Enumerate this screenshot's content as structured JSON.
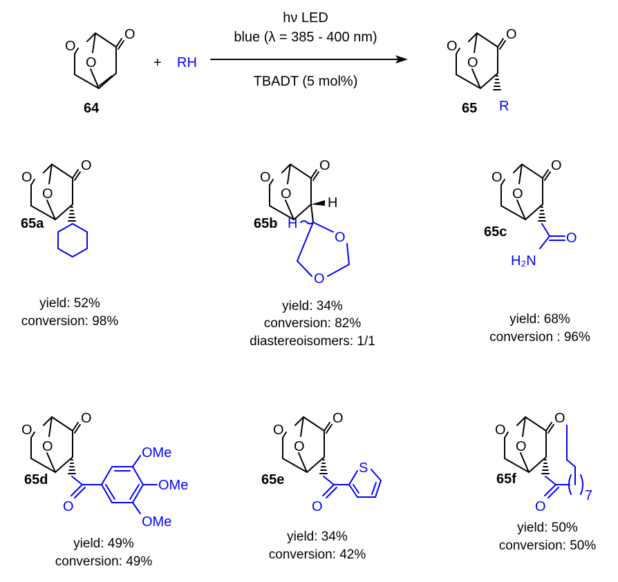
{
  "reaction": {
    "light_line1": "hν LED",
    "light_line2": "blue (λ = 385 - 400 nm)",
    "catalyst": "TBADT (5 mol%)",
    "plus": "+",
    "reagent": "RH"
  },
  "atoms": {
    "O": "O",
    "R": "R",
    "H": "H",
    "S": "S",
    "NH2": "H₂N",
    "OMe": "OMe",
    "n7": "7"
  },
  "compounds": {
    "c64": {
      "label": "64"
    },
    "c65": {
      "label": "65"
    },
    "c65a": {
      "label": "65a",
      "yield": "yield: 52%",
      "conversion": "conversion: 98%"
    },
    "c65b": {
      "label": "65b",
      "yield": "yield: 34%",
      "conversion": "conversion: 82%",
      "extra": "diastereoisomers: 1/1"
    },
    "c65c": {
      "label": "65c",
      "yield": "yield: 68%",
      "conversion": "conversion : 96%"
    },
    "c65d": {
      "label": "65d",
      "yield": "yield: 49%",
      "conversion": "conversion: 49%"
    },
    "c65e": {
      "label": "65e",
      "yield": "yield: 34%",
      "conversion": "conversion: 42%"
    },
    "c65f": {
      "label": "65f",
      "yield": "yield: 50%",
      "conversion": "conversion: 50%"
    }
  },
  "colors": {
    "structure": "#000000",
    "substituent": "#0000ff"
  }
}
